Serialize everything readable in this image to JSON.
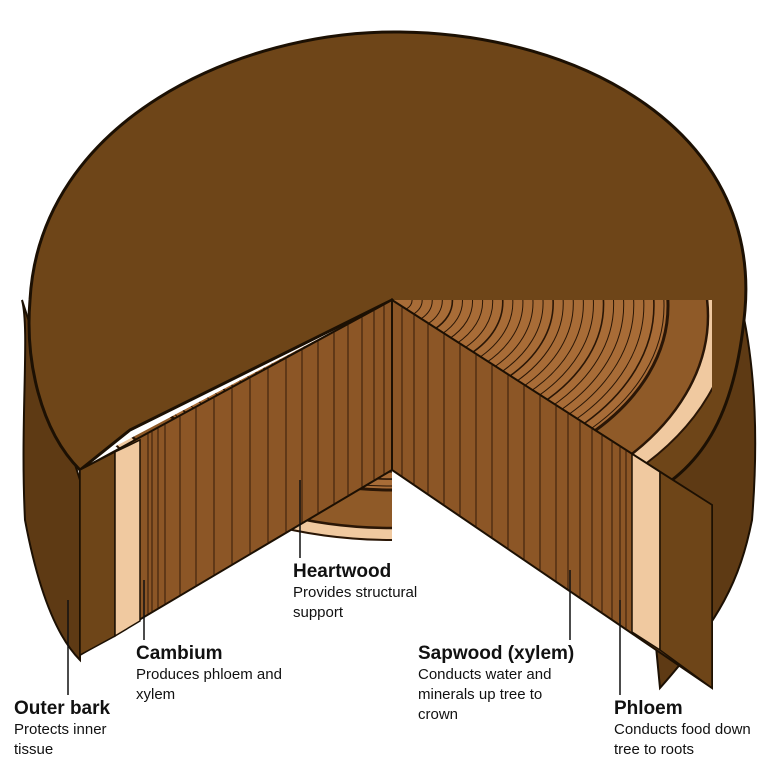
{
  "labels": {
    "outer_bark": {
      "title": "Outer bark",
      "desc": "Protects inner tissue"
    },
    "cambium": {
      "title": "Cambium",
      "desc": "Produces phloem and xylem"
    },
    "heartwood": {
      "title": "Heartwood",
      "desc": "Provides structural support"
    },
    "sapwood": {
      "title": "Sapwood (xylem)",
      "desc": "Conducts water and minerals up tree to crown"
    },
    "phloem": {
      "title": "Phloem",
      "desc": "Conducts food down tree to roots"
    }
  },
  "colors": {
    "bark": "#6e4518",
    "bark_dark": "#3a2208",
    "phloem": "#f0c9a0",
    "sapwood": "#8f5a28",
    "heartwood": "#9c6230",
    "heartwood_light": "#a86c37",
    "ring_line": "#2a1606",
    "cut_face": "#8c5626"
  },
  "ring_count": 26
}
